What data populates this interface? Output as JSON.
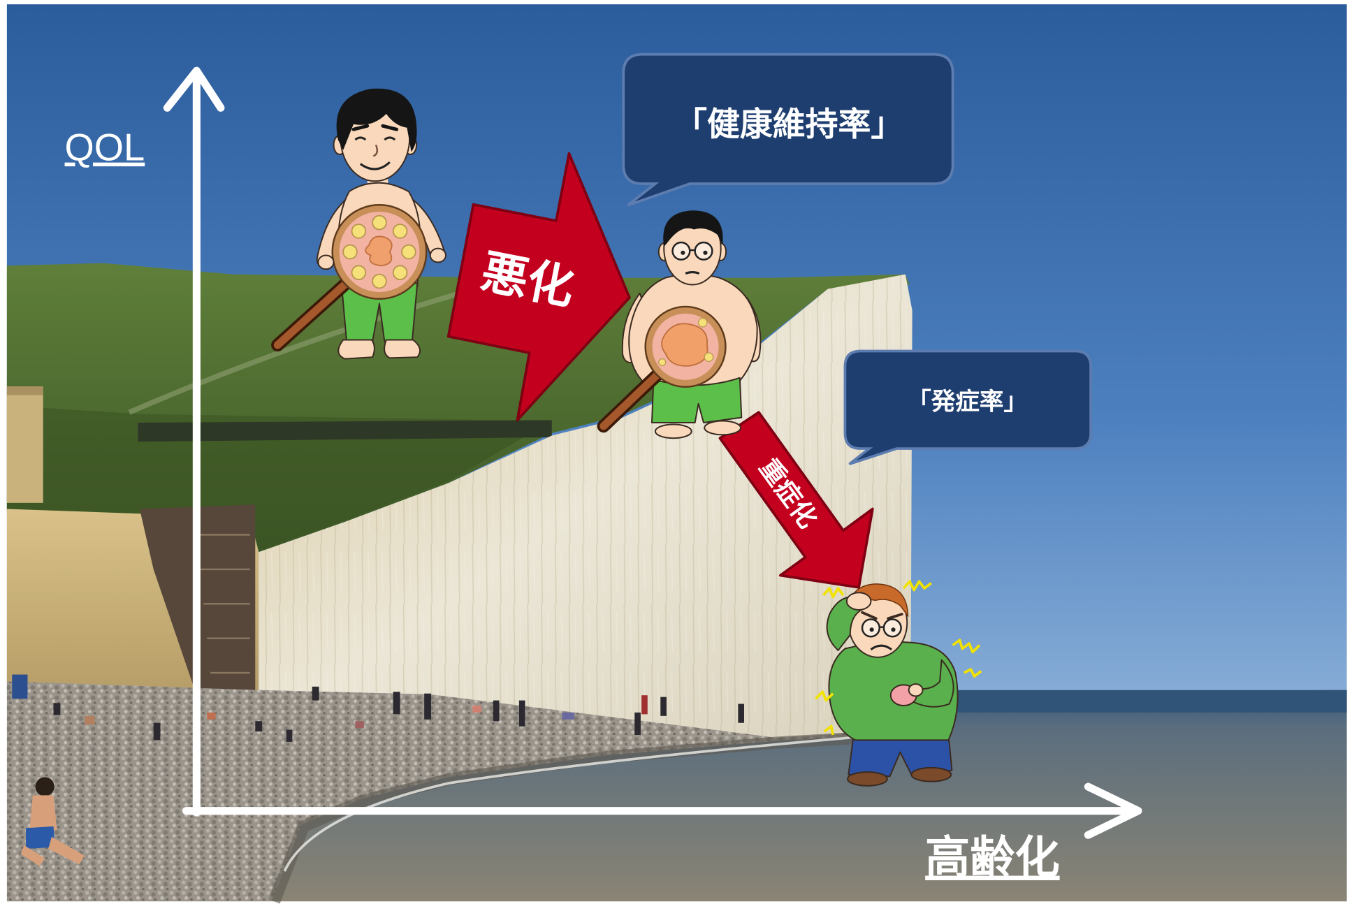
{
  "axes": {
    "y_label": "QOL",
    "x_label": "高齢化"
  },
  "arrows": {
    "worsening": {
      "label": "悪化"
    },
    "severe": {
      "label": "重症化"
    }
  },
  "bubbles": {
    "health_maintenance": {
      "text": "「健康維持率」"
    },
    "onset": {
      "text": "「発症率」"
    }
  },
  "colors": {
    "arrow_red": "#c4001f",
    "bubble_navy": "#1f3e70",
    "axis_white": "#ffffff",
    "background_sky": "#3f72b2"
  }
}
